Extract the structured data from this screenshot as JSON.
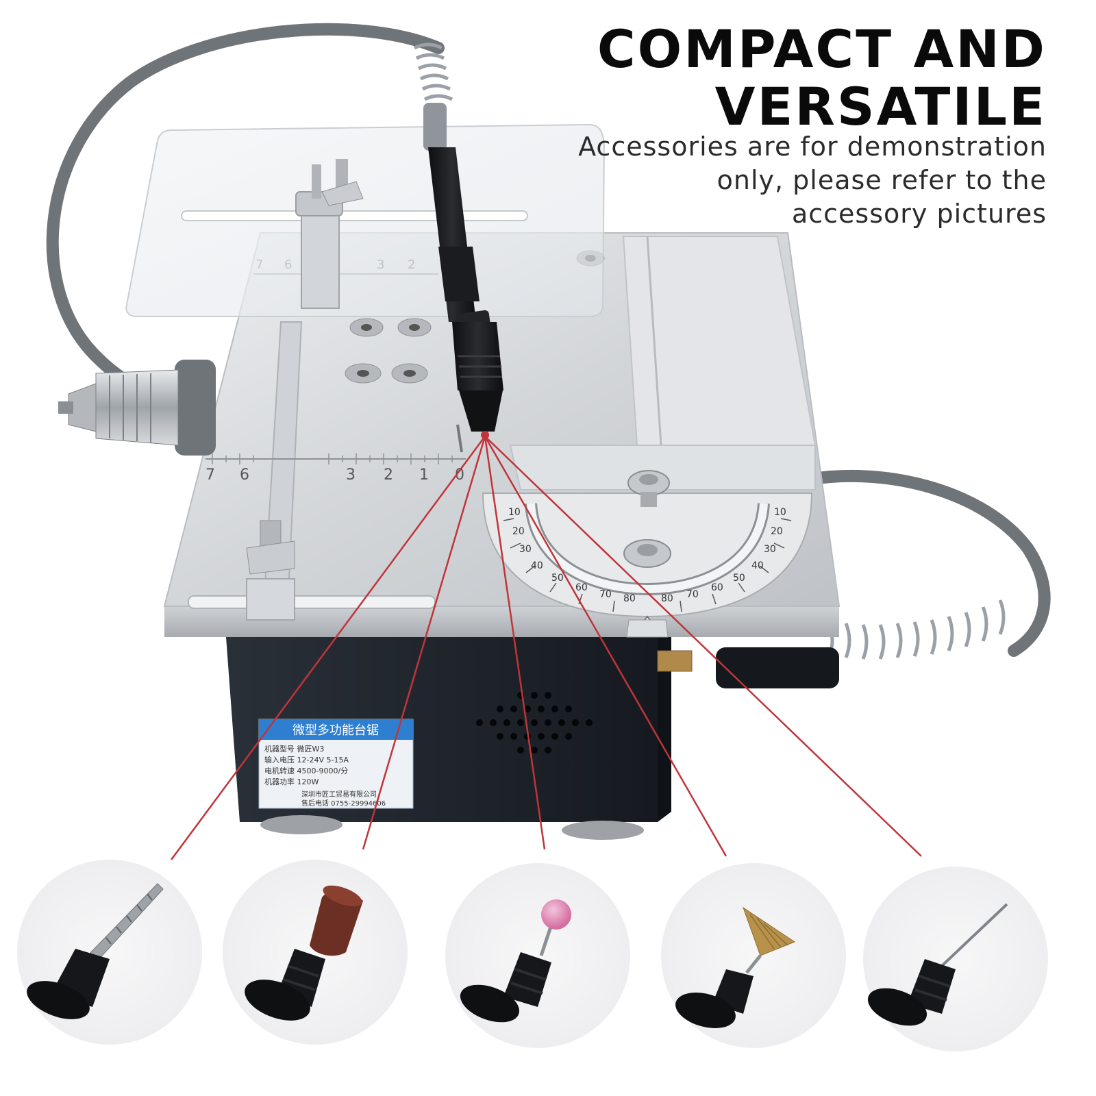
{
  "headline": {
    "line1": "COMPACT AND",
    "line2": "VERSATILE"
  },
  "subtext": {
    "line1": "Accessories are for demonstration",
    "line2": "only, please refer to the",
    "line3": "accessory pictures"
  },
  "ruler_left_numbers": [
    "7",
    "6",
    "3",
    "2",
    "1",
    "0"
  ],
  "ruler_top_numbers": [
    "7",
    "6",
    "3",
    "2"
  ],
  "protractor_numbers": [
    "10",
    "20",
    "30",
    "40",
    "50",
    "60",
    "70",
    "80",
    "80",
    "70",
    "60",
    "50",
    "40",
    "30",
    "20",
    "10"
  ],
  "device_label": {
    "title": "微型多功能台锯",
    "rows": [
      "机器型号  微匠W3",
      "输入电压  12-24V  5-15A",
      "电机转速  4500-9000/分",
      "机器功率  120W",
      "深圳市匠工贸易有限公司",
      "售后电话 0755-29994606"
    ]
  },
  "accessories": [
    {
      "name": "drill-bit",
      "icon": "drill-bit-icon"
    },
    {
      "name": "sanding-drum",
      "icon": "sanding-drum-icon"
    },
    {
      "name": "grinding-stone",
      "icon": "grinding-stone-icon"
    },
    {
      "name": "wire-brush",
      "icon": "wire-brush-icon"
    },
    {
      "name": "engraving-needle",
      "icon": "engraving-needle-icon"
    }
  ],
  "colors": {
    "pointer_line": "#c0343a",
    "aluminum": "#d7dadd",
    "cable": "#6e7478",
    "body": "#1f242b",
    "label_blue": "#2f7fd1"
  }
}
